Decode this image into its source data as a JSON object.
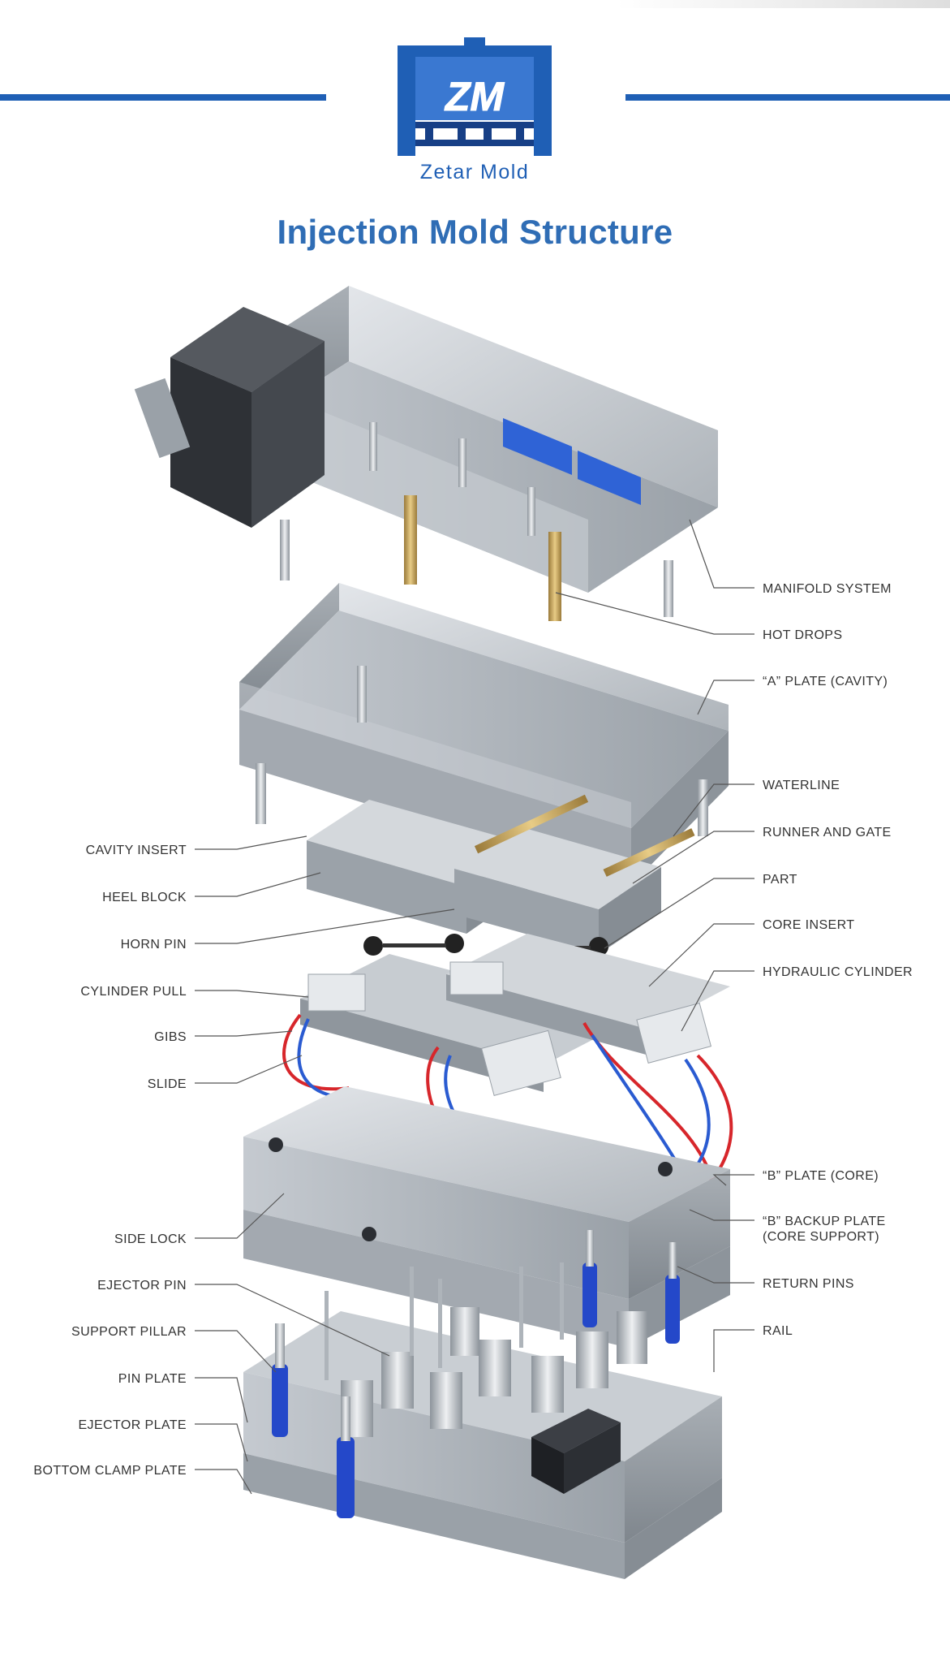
{
  "brand": {
    "name": "Zetar Mold",
    "logo_letters": "ZM",
    "color": "#1f5fb5",
    "dark": "#173f86"
  },
  "title": "Injection Mold Structure",
  "colors": {
    "title": "#2f6db5",
    "rule": "#1f5fb5",
    "steel": "#b9bec4",
    "steel_dark": "#8d949b",
    "hose_red": "#d7262b",
    "hose_blue": "#2a5bd1",
    "spring_blue": "#2448c9",
    "brass": "#c8a45a",
    "heater_box": "#3a3d42",
    "label_text": "#333333"
  },
  "labels": {
    "left": [
      "CAVITY INSERT",
      "HEEL BLOCK",
      "HORN PIN",
      "CYLINDER PULL",
      "GIBS",
      "SLIDE",
      "SIDE LOCK",
      "EJECTOR PIN",
      "SUPPORT PILLAR",
      "PIN PLATE",
      "EJECTOR PLATE",
      "BOTTOM CLAMP PLATE"
    ],
    "right": [
      "MANIFOLD SYSTEM",
      "HOT DROPS",
      "“A” PLATE (CAVITY)",
      "WATERLINE",
      "RUNNER AND GATE",
      "PART",
      "CORE INSERT",
      "HYDRAULIC CYLINDER",
      "“B” PLATE (CORE)",
      "“B” BACKUP PLATE",
      "(CORE SUPPORT)",
      "RETURN PINS",
      "RAIL"
    ]
  }
}
